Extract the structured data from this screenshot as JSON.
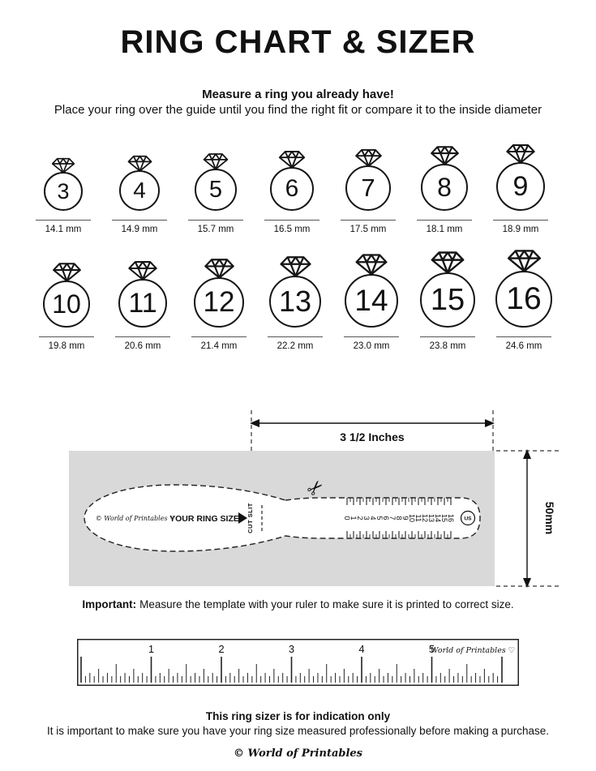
{
  "page": {
    "title": "RING CHART & SIZER",
    "subtitle": "Measure a ring you already have!",
    "instruction": "Place your ring over the guide until you find the right fit or compare it to the inside diameter"
  },
  "ring_chart": {
    "row1": [
      {
        "size": "3",
        "diameter": "14.1 mm"
      },
      {
        "size": "4",
        "diameter": "14.9 mm"
      },
      {
        "size": "5",
        "diameter": "15.7 mm"
      },
      {
        "size": "6",
        "diameter": "16.5 mm"
      },
      {
        "size": "7",
        "diameter": "17.5 mm"
      },
      {
        "size": "8",
        "diameter": "18.1 mm"
      },
      {
        "size": "9",
        "diameter": "18.9 mm"
      }
    ],
    "row2": [
      {
        "size": "10",
        "diameter": "19.8 mm"
      },
      {
        "size": "11",
        "diameter": "20.6 mm"
      },
      {
        "size": "12",
        "diameter": "21.4 mm"
      },
      {
        "size": "13",
        "diameter": "22.2 mm"
      },
      {
        "size": "14",
        "diameter": "23.0 mm"
      },
      {
        "size": "15",
        "diameter": "23.8 mm"
      },
      {
        "size": "16",
        "diameter": "24.6 mm"
      }
    ]
  },
  "sizer": {
    "width_label": "3 1/2 Inches",
    "height_label": "50mm",
    "cut_slit_label": "CUT SLIT",
    "brand_label": "© World of Printables ♡",
    "ring_size_label": "YOUR RING SIZE",
    "us_label": "US",
    "scale_numbers": [
      "0",
      "1",
      "2",
      "3",
      "4",
      "5",
      "6",
      "7",
      "8",
      "9",
      "10",
      "11",
      "12",
      "13",
      "14",
      "15",
      "16"
    ]
  },
  "important_note": {
    "label": "Important:",
    "text": "Measure the template with your ruler to make sure it is printed to correct size."
  },
  "ruler": {
    "numbers": [
      "1",
      "2",
      "3",
      "4",
      "5"
    ],
    "brand_label": "World of Printables ♡"
  },
  "footer": {
    "heading": "This ring sizer is for indication only",
    "text": "It is important to make sure you have your ring size measured professionally before making a purchase.",
    "copyright": "© World of Printables"
  }
}
